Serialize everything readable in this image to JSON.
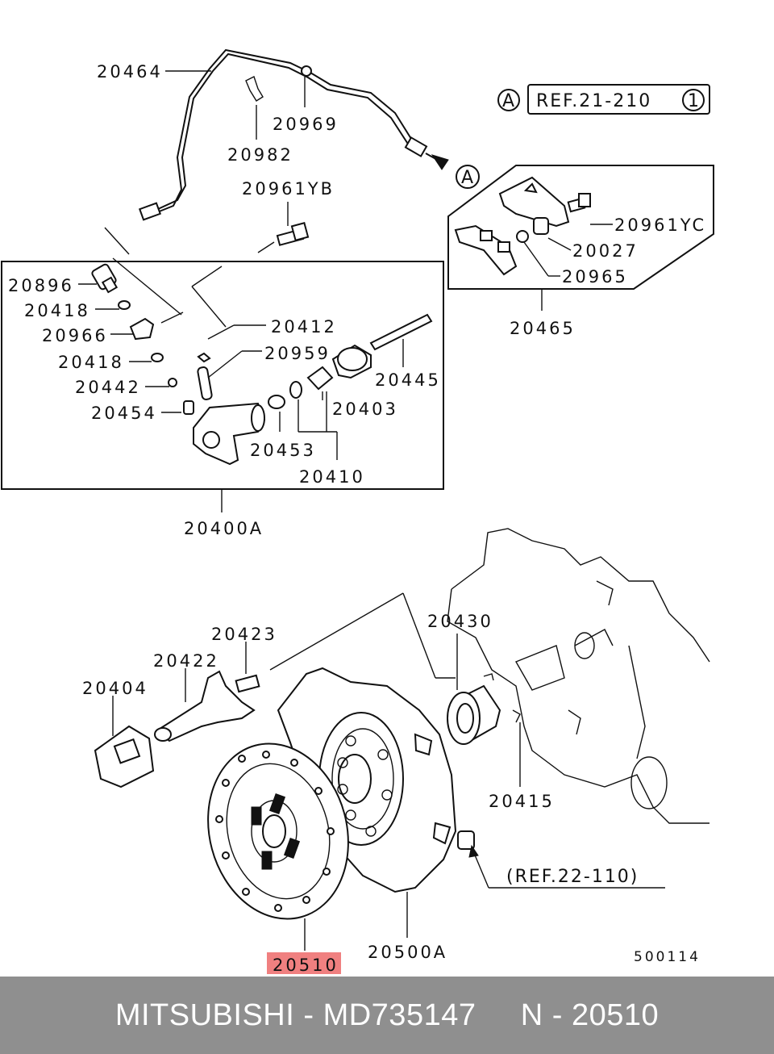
{
  "diagram": {
    "ref_a_circle": "A",
    "ref_top": "REF.21-210",
    "ref_top_circle": "1",
    "ref_bottom": "(REF.22-110)",
    "diagram_code": "500114",
    "labels": {
      "p20464": "20464",
      "p20969": "20969",
      "p20982": "20982",
      "p20961YB": "20961YB",
      "p20896": "20896",
      "p20418a": "20418",
      "p20966": "20966",
      "p20418b": "20418",
      "p20442": "20442",
      "p20454": "20454",
      "p20412": "20412",
      "p20959": "20959",
      "p20445": "20445",
      "p20403": "20403",
      "p20453": "20453",
      "p20410": "20410",
      "p20400A": "20400A",
      "p20961YC": "20961YC",
      "p20027": "20027",
      "p20965": "20965",
      "p20465": "20465",
      "p20430": "20430",
      "p20423": "20423",
      "p20422": "20422",
      "p20404": "20404",
      "p20415": "20415",
      "p20510": "20510",
      "p20500A": "20500A"
    },
    "highlight_color": "#f08080"
  },
  "footer": {
    "text": "MITSUBISHI - MD735147     N - 20510",
    "background": "#8f8f8f"
  }
}
